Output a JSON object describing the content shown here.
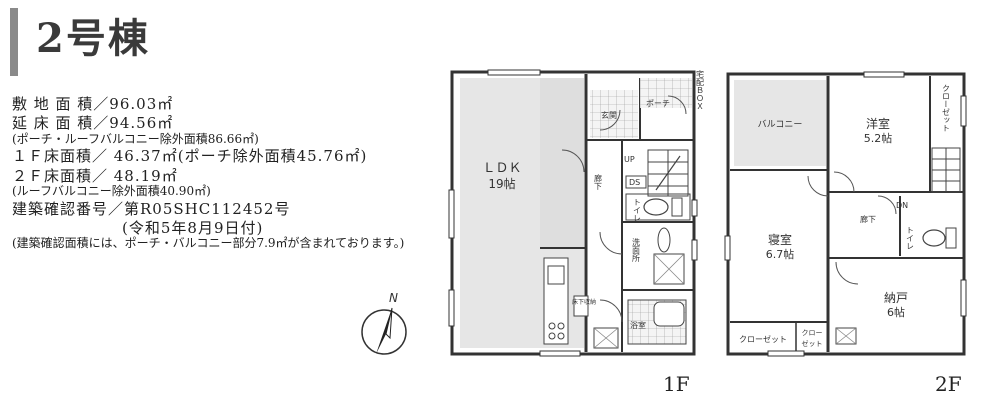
{
  "header": {
    "title": "2号棟"
  },
  "info": {
    "site_area": "敷 地 面 積／96.03㎡",
    "floor_area": "延 床 面 積／94.56㎡",
    "floor_area_note": "(ポーチ・ルーフバルコニー除外面積86.66㎡)",
    "f1_area": "１Ｆ床面積／ 46.37㎡(ポーチ除外面積45.76㎡)",
    "f2_area": "２Ｆ床面積／ 48.19㎡",
    "f2_note": "(ルーフバルコニー除外面積40.90㎡)",
    "permit_no": "建築確認番号／第R05SHC112452号",
    "permit_date": "(令和5年8月9日付)",
    "permit_note": "(建築確認面積には、ポーチ・バルコニー部分7.9㎡が含まれております。)"
  },
  "compass": {
    "north": "N"
  },
  "floor1": {
    "label": "1F",
    "ldk_name": "ＬＤＫ",
    "ldk_size": "19帖",
    "entrance": "玄関",
    "porch": "ポーチ",
    "delivery_box": "宅配ＢＯＸ",
    "up": "UP",
    "hall": "廊下",
    "ds": "DS",
    "toilet": "トイレ",
    "washroom": "洗面所",
    "underfloor_storage": "床下収納",
    "bathroom": "浴室"
  },
  "floor2": {
    "label": "2F",
    "balcony": "バルコニー",
    "western_name": "洋室",
    "western_size": "5.2帖",
    "closet_vertical": "クローゼット",
    "bedroom_name": "寝室",
    "bedroom_size": "6.7帖",
    "hall": "廊下",
    "dn": "DN",
    "toilet": "トイレ",
    "storage_name": "納戸",
    "storage_size": "6帖",
    "closet1": "クローゼット",
    "closet2_line1": "クロー",
    "closet2_line2": "ゼット"
  }
}
